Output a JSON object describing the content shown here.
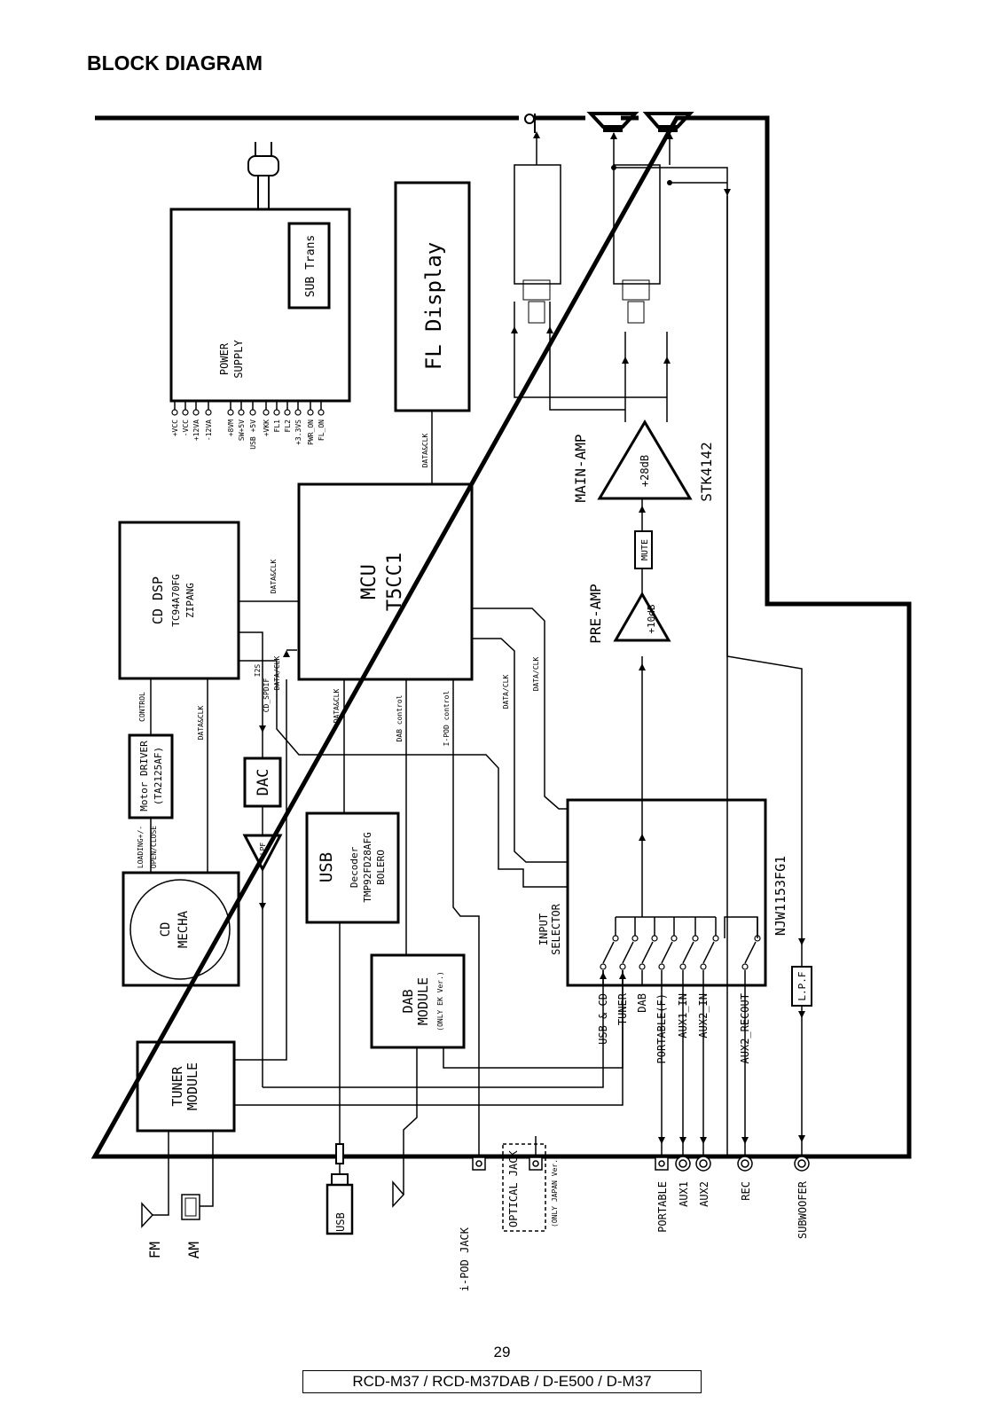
{
  "page": {
    "title": "BLOCK DIAGRAM",
    "page_number": "29",
    "models": "RCD-M37 / RCD-M37DAB / D-E500 / D-M37"
  },
  "power_supply": {
    "label_1": "POWER",
    "label_2": "SUPPLY",
    "sub_trans": "SUB Trans",
    "pins": [
      "+VCC",
      "-VCC",
      "+12VA",
      "-12VA",
      "+8VM",
      "SW+5V",
      "USB +5V",
      "+VKK",
      "FL1",
      "FL2",
      "+3.3VS",
      "PWR_ON",
      "FL_ON"
    ]
  },
  "fl_display": {
    "label": "FL Display"
  },
  "mcu": {
    "label_1": "MCU",
    "label_2": "T5CC1"
  },
  "cd_dsp": {
    "label_1": "CD DSP",
    "label_2": "TC94A70FG",
    "label_3": "ZIPANG"
  },
  "motor_driver": {
    "label_1": "Motor DRIVER",
    "label_2": "(TA2125AF)"
  },
  "dac": {
    "label": "DAC"
  },
  "lpf": {
    "label": "LPF"
  },
  "cd_mecha": {
    "label_1": "CD",
    "label_2": "MECHA"
  },
  "usb_decoder": {
    "label_1": "USB",
    "label_2": "Decoder",
    "label_3": "TMP92FD28AFG",
    "label_4": "BOLERO"
  },
  "dab_module": {
    "label_1": "DAB",
    "label_2": "MODULE",
    "note": "(ONLY EK Ver.)"
  },
  "tuner_module": {
    "label_1": "TUNER",
    "label_2": "MODULE"
  },
  "amps": {
    "main_amp": "MAIN-AMP",
    "main_gain": "+28dB",
    "main_ic": "STK4142",
    "pre_amp": "PRE-AMP",
    "pre_gain": "+10dB",
    "mute": "MUTE"
  },
  "input_selector": {
    "label_1": "INPUT",
    "label_2": "SELECTOR",
    "ic": "NJW1153FG1",
    "inputs": [
      "USB & CD",
      "TUNER",
      "DAB",
      "PORTABLE(F)",
      "AUX1_IN",
      "AUX2_IN",
      "AUX2_RECOUT"
    ]
  },
  "lpf_sub": {
    "label": "L.P.F"
  },
  "signals": {
    "data_clk": "DATA&CLK",
    "data_clk_slash": "DATA/CLK",
    "control": "CONTROL",
    "loading": "LOADING+/-",
    "open_close": "OPEN/CLOSE",
    "i2s": "I2S",
    "cd_spdif": "CD_SPDIF",
    "dab_control": "DAB control",
    "ipod_control": "I-POD control"
  },
  "jacks": {
    "fm": "FM",
    "am": "AM",
    "usb": "USB",
    "ipod_jack": "i-POD JACK",
    "optical_jack": "OPTICAL JACK",
    "optical_note": "(ONLY JAPAN Ver.)",
    "portable": "PORTABLE",
    "aux1": "AUX1",
    "aux2": "AUX2",
    "rec": "REC",
    "subwoofer": "SUBWOOFER"
  }
}
